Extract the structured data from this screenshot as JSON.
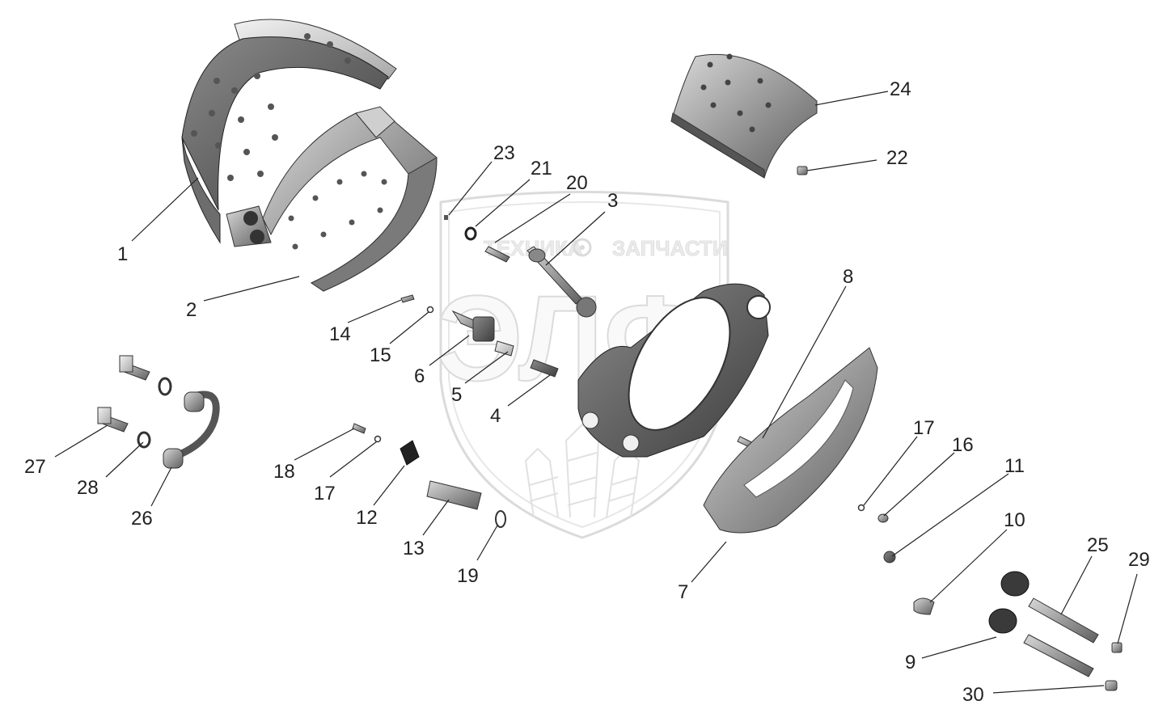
{
  "watermark": {
    "brand_left": "ТЕХНИКА",
    "brand_right": "ЗАПЧАСТИ",
    "logo": "ЭЛФ"
  },
  "callouts": [
    "1",
    "2",
    "3",
    "4",
    "5",
    "6",
    "7",
    "8",
    "9",
    "10",
    "11",
    "12",
    "13",
    "14",
    "15",
    "16",
    "17",
    "17",
    "18",
    "19",
    "20",
    "21",
    "22",
    "23",
    "24",
    "25",
    "26",
    "27",
    "28",
    "29",
    "30"
  ]
}
